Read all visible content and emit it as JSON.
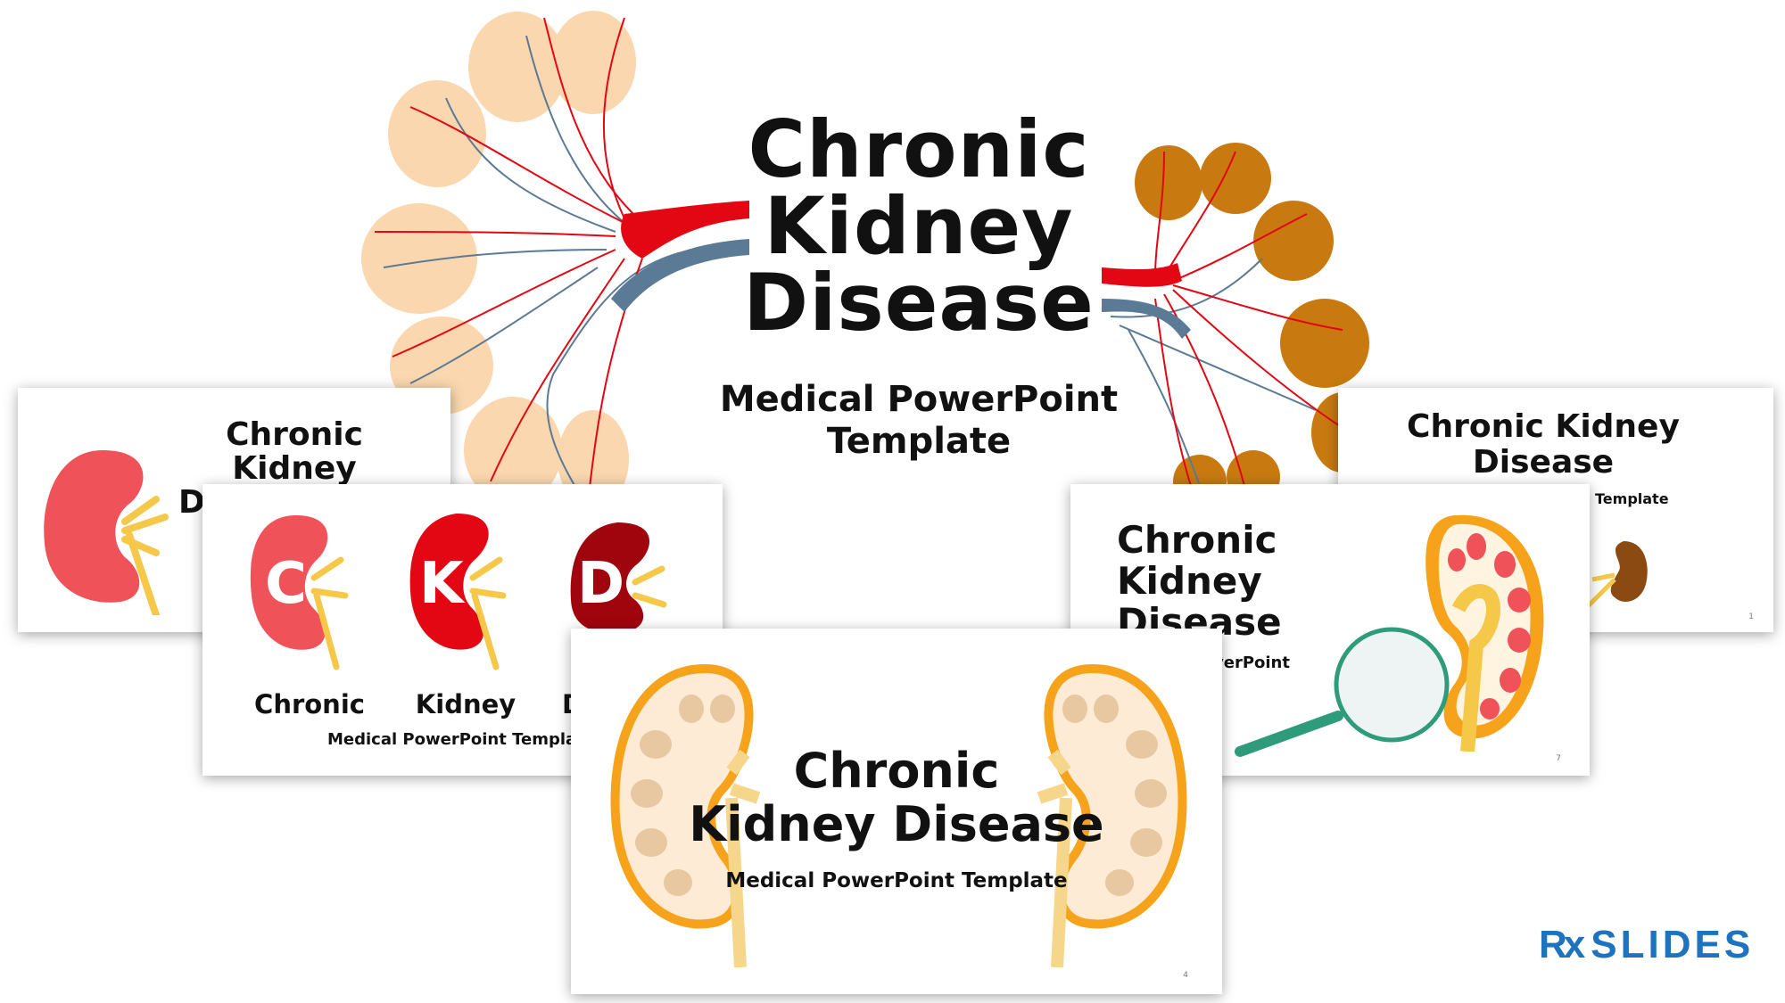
{
  "hero": {
    "title_lines": [
      "Chronic",
      "Kidney",
      "Disease"
    ],
    "subtitle_lines": [
      "Medical PowerPoint",
      "Template"
    ]
  },
  "slide_left_back": {
    "title_lines": [
      "Chronic",
      "Kidney",
      "D"
    ]
  },
  "slide_ckd": {
    "letters": [
      "C",
      "K",
      "D"
    ],
    "words": [
      "Chronic",
      "Kidney",
      "D"
    ],
    "subtitle": "Medical PowerPoint Templa"
  },
  "slide_front": {
    "title_lines": [
      "Chronic",
      "Kidney Disease"
    ],
    "subtitle": "Medical PowerPoint Template",
    "page_number": "4"
  },
  "slide_magnifier": {
    "title_lines": [
      "Chronic",
      "Kidney",
      "Disease"
    ],
    "subtitle_fragment": "verPoint",
    "page_number": "7"
  },
  "slide_right_back": {
    "title_lines": [
      "Chronic Kidney",
      "Disease"
    ],
    "subtitle_fragment": "Template",
    "page_number": "1"
  },
  "logo": {
    "rx": "Rx",
    "text": "SLIDES",
    "color": "#1E73BE"
  },
  "colors": {
    "artery": "#E30613",
    "vein": "#5B7A96",
    "peach": "#FAD7AE",
    "brown": "#C87A10",
    "kidney_red": "#F0525A",
    "kidney_orange": "#F7A21B"
  }
}
